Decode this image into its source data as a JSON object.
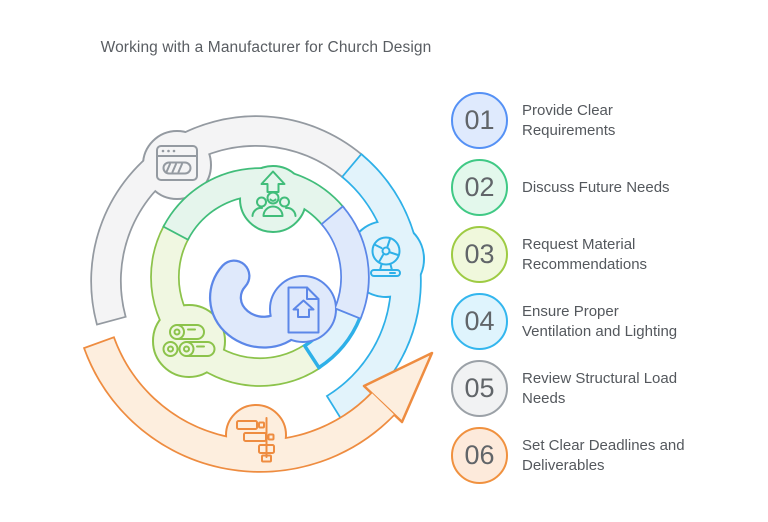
{
  "title": "Working with a Manufacturer for Church Design",
  "steps": [
    {
      "number": "01",
      "line1": "Provide Clear",
      "line2": "Requirements",
      "border": "#5591f5",
      "fill": "#dfeafd"
    },
    {
      "number": "02",
      "line1": "Discuss Future Needs",
      "line2": "",
      "border": "#40c985",
      "fill": "#e3f8ec"
    },
    {
      "number": "03",
      "line1": "Request Material",
      "line2": "Recommendations",
      "border": "#9ecb43",
      "fill": "#f0f8dc"
    },
    {
      "number": "04",
      "line1": "Ensure Proper",
      "line2": "Ventilation and Lighting",
      "border": "#33b6ee",
      "fill": "#dff4fd"
    },
    {
      "number": "05",
      "line1": "Review Structural Load",
      "line2": "Needs",
      "border": "#9ba1a7",
      "fill": "#f1f2f3"
    },
    {
      "number": "06",
      "line1": "Set Clear Deadlines and",
      "line2": "Deliverables",
      "border": "#f0913f",
      "fill": "#fdeadb"
    }
  ],
  "diagram": {
    "palette": {
      "gray": {
        "stroke": "#949aa1",
        "fill": "#f4f4f5"
      },
      "cyan": {
        "stroke": "#2eb0e8",
        "fill": "#e2f3fb"
      },
      "emerald": {
        "stroke": "#41bd7a",
        "fill": "#e5f5ec"
      },
      "lime": {
        "stroke": "#8cc34b",
        "fill": "#f0f7e1"
      },
      "blue": {
        "stroke": "#5c87e8",
        "fill": "#dfe9fb"
      },
      "orange": {
        "stroke": "#ee8c40",
        "fill": "#fdeede"
      }
    },
    "segments": [
      {
        "id": "gray",
        "icon": "browser-window-icon"
      },
      {
        "id": "cyan",
        "icon": "fan-icon"
      },
      {
        "id": "emerald",
        "icon": "people-growth-icon"
      },
      {
        "id": "lime",
        "icon": "wood-logs-icon"
      },
      {
        "id": "blue",
        "icon": "blueprint-document-icon"
      },
      {
        "id": "orange",
        "icon": "gantt-chart-icon"
      }
    ]
  }
}
